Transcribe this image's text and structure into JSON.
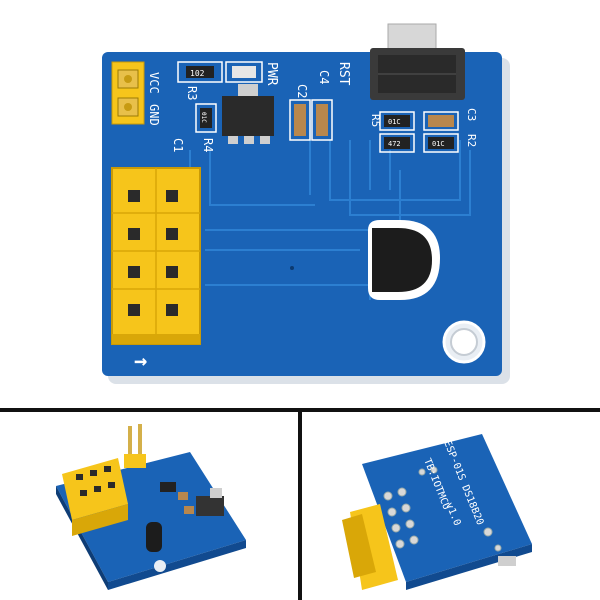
{
  "colors": {
    "pcb": "#1a63b6",
    "pcb_dark": "#114a8f",
    "pcb_trace": "#2c7fd1",
    "silk": "#ffffff",
    "header_yellow": "#f6c51b",
    "header_shade": "#d9a708",
    "pin_gold": "#e8c04a",
    "component_black": "#1c1c1c",
    "divider": "#111111"
  },
  "main_board": {
    "labels": {
      "pwr": "PWR",
      "rst": "RST",
      "c4": "C4",
      "c2": "C2",
      "c3": "C3",
      "r2": "R2",
      "r3": "R3",
      "r4": "R4",
      "c1": "C1",
      "r5": "R5",
      "vcc": "VCC",
      "gnd": "GND",
      "res_102": "102",
      "res_01c": "01C",
      "res_472": "472",
      "res_01c_b": "01C",
      "res_01c_c": "01C",
      "arrow": "→"
    }
  },
  "back_board": {
    "text_lines": [
      "ESP-01S DS18B20",
      "v1.0",
      "TB:IOTMCU"
    ]
  }
}
